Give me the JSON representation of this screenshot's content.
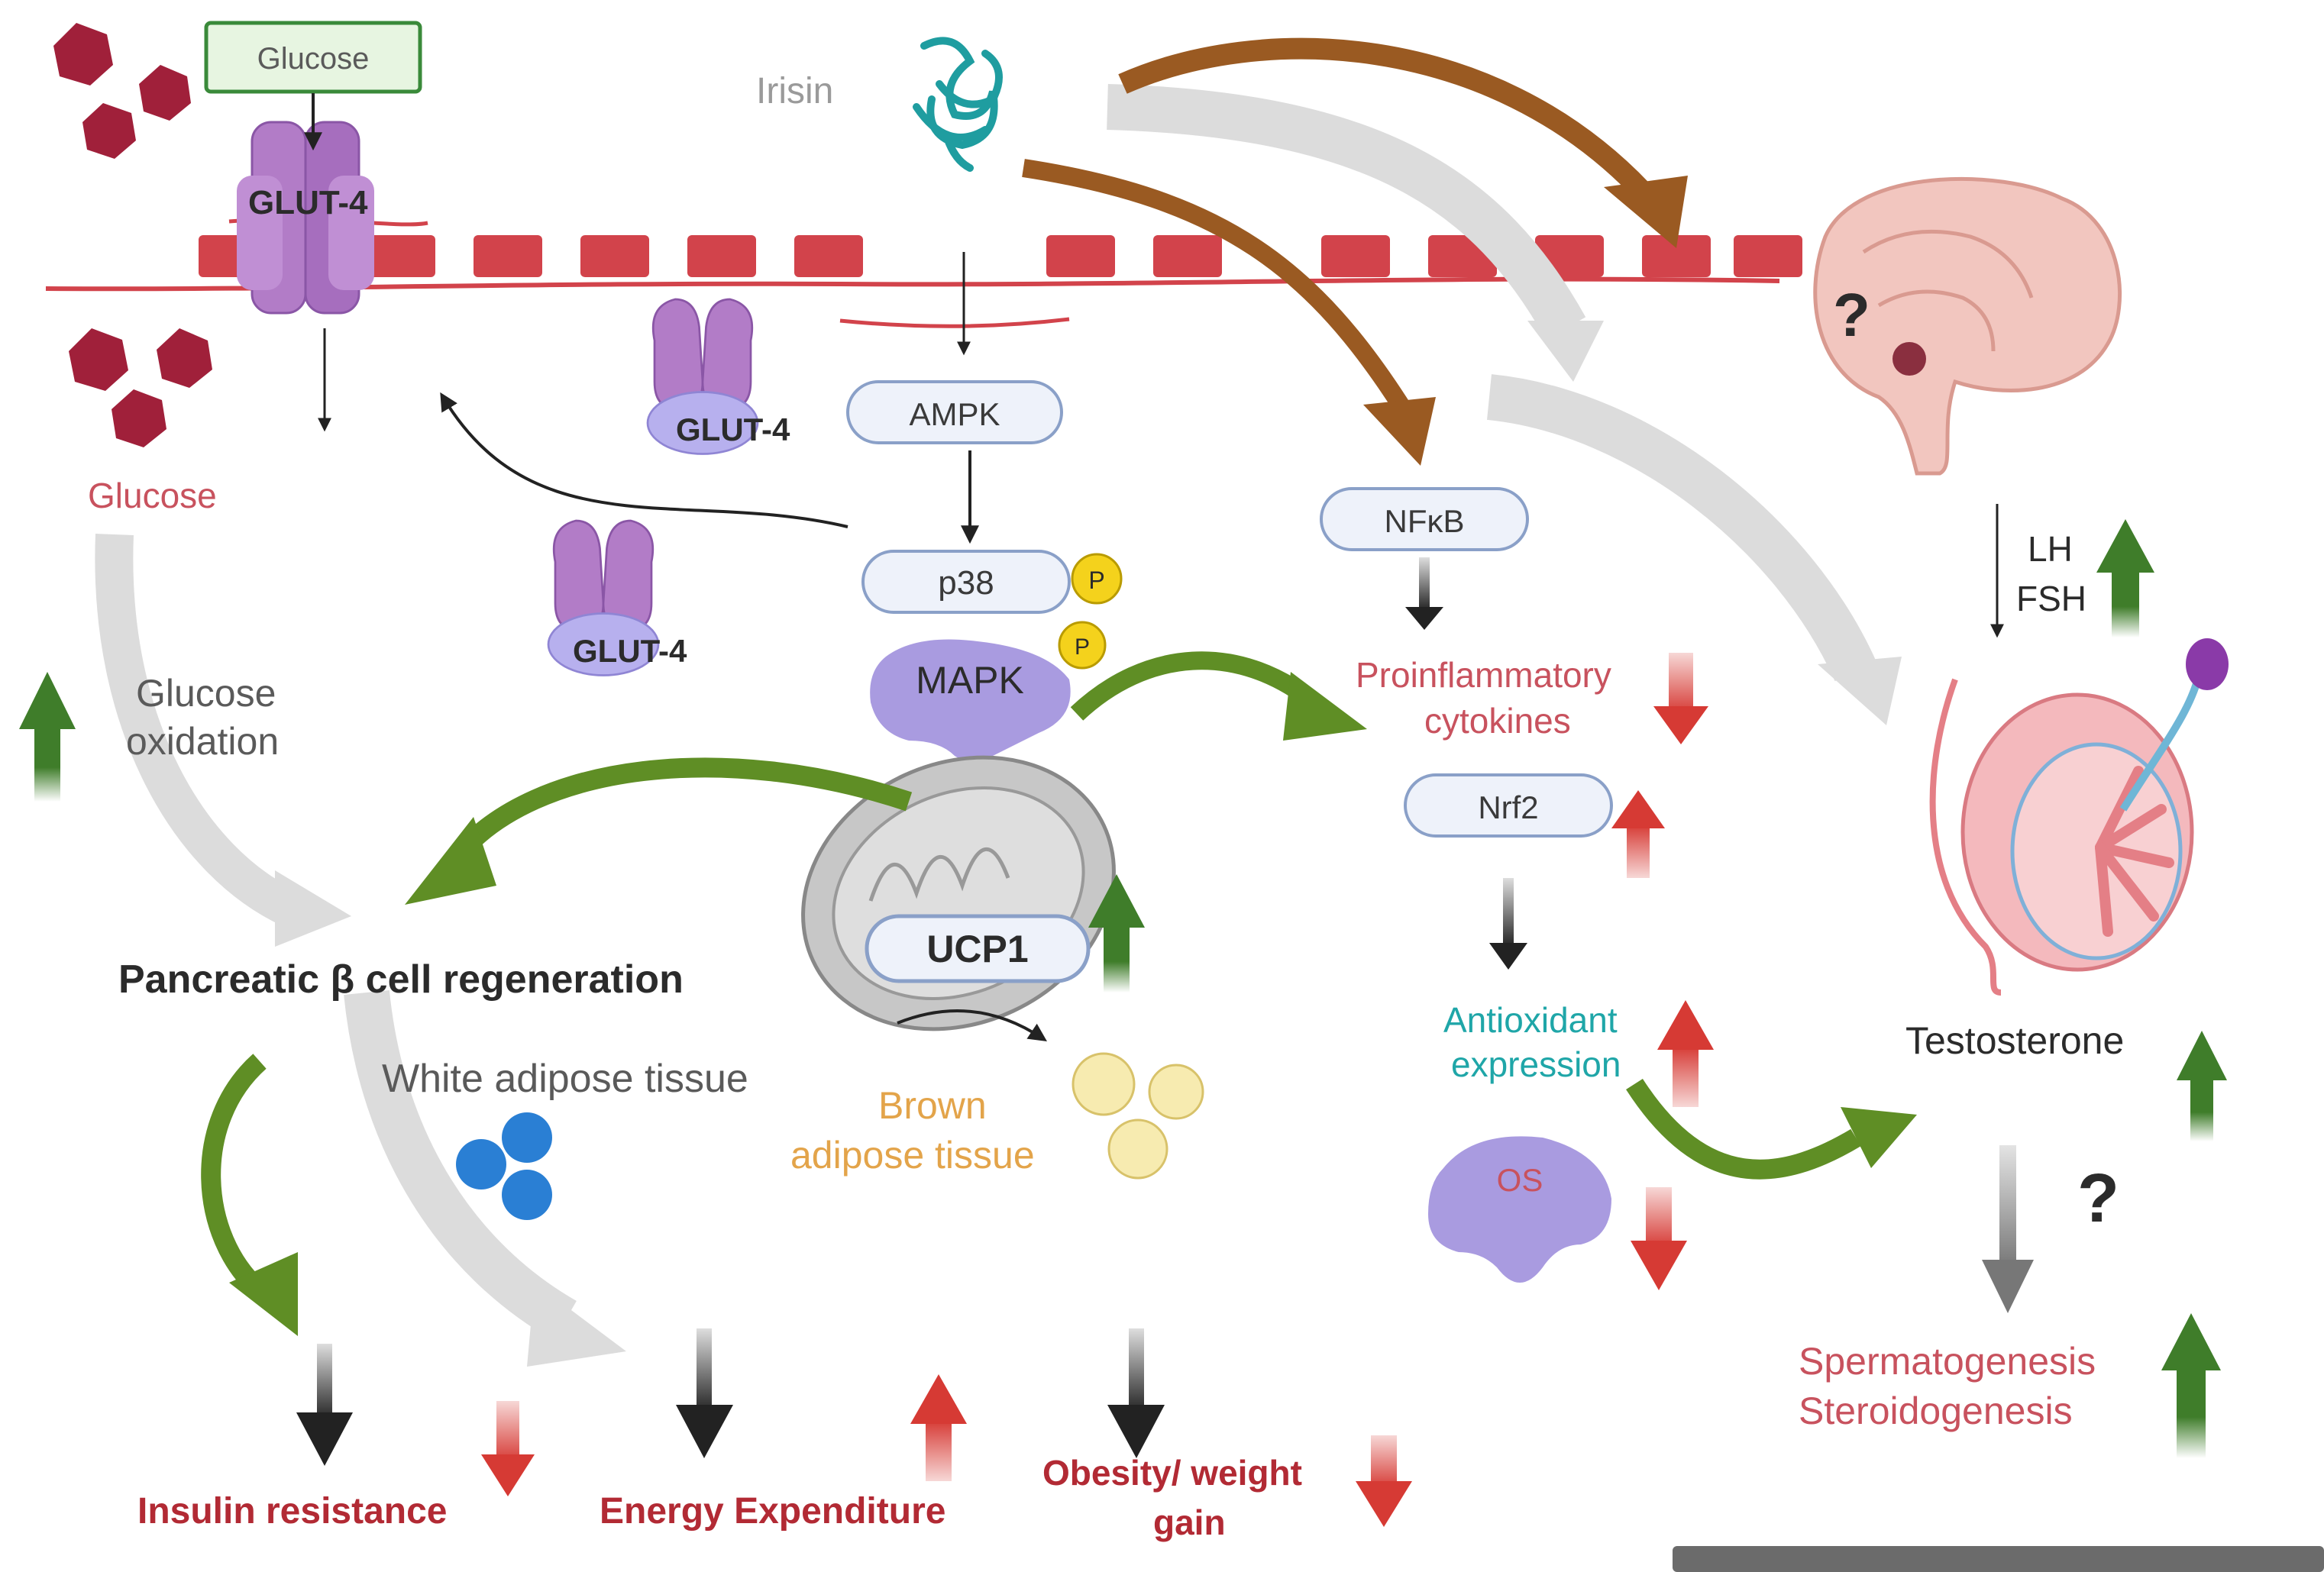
{
  "labels": {
    "glucose_box": "Glucose",
    "glut4_membrane": "GLUT-4",
    "irisin": "Irisin",
    "glucose_intracellular": "Glucose",
    "glut4_vesicle_1": "GLUT-4",
    "glut4_vesicle_2": "GLUT-4",
    "ampk": "AMPK",
    "p38": "p38",
    "mapk": "MAPK",
    "phospho_1": "P",
    "phospho_2": "P",
    "glucose_oxidation_1": "Glucose",
    "glucose_oxidation_2": "oxidation",
    "ucp1": "UCP1",
    "pancreatic": "Pancreatic β cell regeneration",
    "white_adipose": "White adipose tissue",
    "brown_adipose_1": "Brown",
    "brown_adipose_2": "adipose  tissue",
    "nfkb": "NFκB",
    "proinflammatory_1": "Proinflammatory",
    "proinflammatory_2": "cytokines",
    "nrf2": "Nrf2",
    "antioxidant_1": "Antioxidant",
    "antioxidant_2": "expression",
    "os": "OS",
    "lh": "LH",
    "fsh": "FSH",
    "question_brain": "?",
    "question_testis": "?",
    "testosterone": "Testosterone",
    "spermatogenesis": "Spermatogenesis",
    "steroidogenesis": "Steroidogenesis",
    "insulin_resistance": "Insulin resistance",
    "energy_expenditure": "Energy Expenditure",
    "obesity_1": "Obesity/ weight",
    "obesity_2": "gain"
  },
  "colors": {
    "membrane": "#d2434b",
    "glut4": "#b27cc7",
    "protein_purple": "#a99be0",
    "arrow_brown": "#9a5a22",
    "arrow_green": "#5f8e25",
    "arrow_grey": "#dcdcdc",
    "arrow_black": "#222222",
    "up_green": "#3f7d2a",
    "down_red": "#d63a34",
    "hexagon": "#a0203a",
    "text_red": "#b22a34"
  }
}
